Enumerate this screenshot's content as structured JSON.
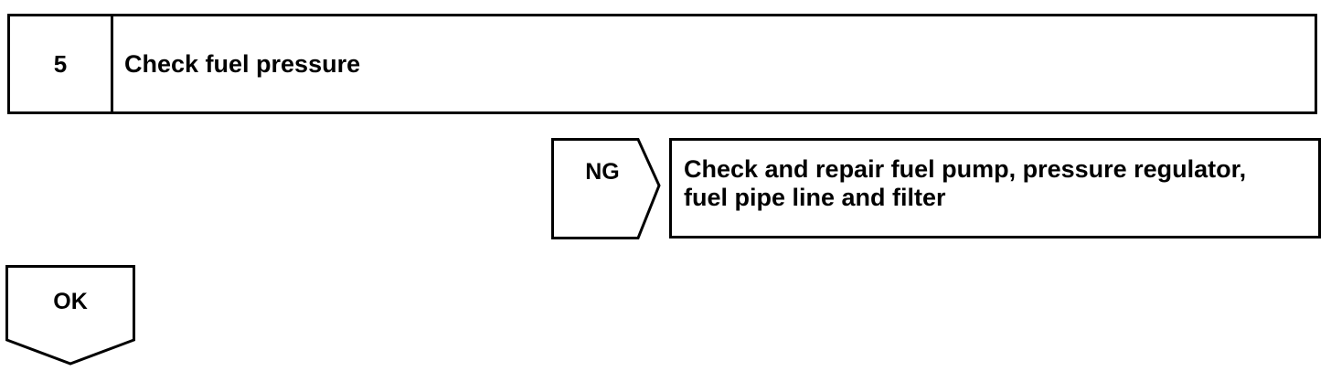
{
  "step": {
    "number": "5",
    "title": "Check fuel pressure"
  },
  "ng_branch": {
    "label": "NG",
    "action_line1": "Check and repair fuel pump, pressure regulator,",
    "action_line2": "fuel pipe line and filter"
  },
  "ok_branch": {
    "label": "OK"
  }
}
